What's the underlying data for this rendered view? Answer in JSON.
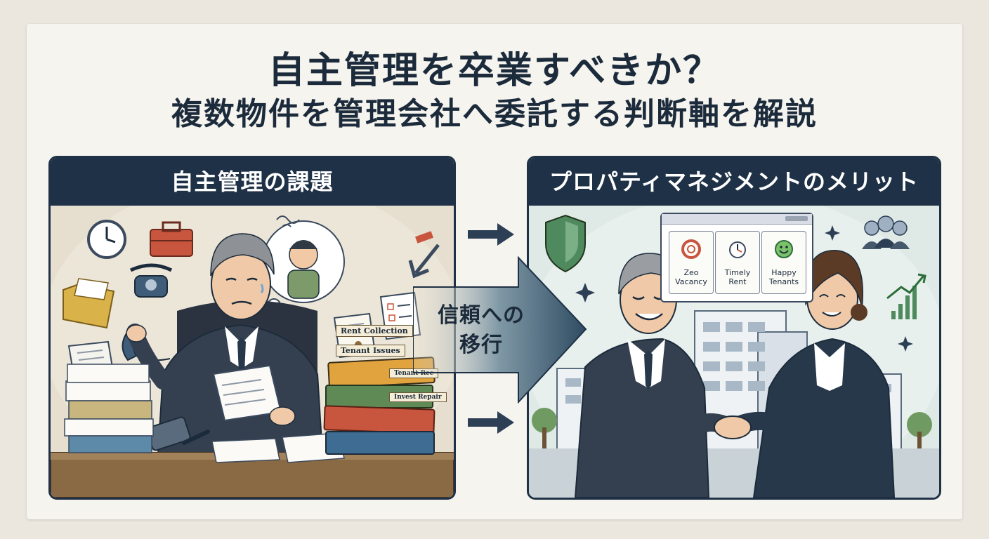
{
  "title": {
    "line1": "自主管理を卒業すべきか？",
    "line2": "複数物件を管理会社へ委託する判断軸を解説"
  },
  "left_panel": {
    "header": "自主管理の課題",
    "binder_labels": [
      "Rent Collection",
      "Tenant Issues",
      "Tenant Rec",
      "Invest Repair"
    ],
    "icons": [
      "clock-icon",
      "toolbox-icon",
      "telephone-icon",
      "folder-icon",
      "thought-bubble-icon",
      "checklist-icon",
      "document-icon",
      "calculator-icon",
      "pen-icon",
      "stress-scribble-icon"
    ]
  },
  "transition": {
    "label_line1": "信頼への",
    "label_line2": "移行"
  },
  "right_panel": {
    "header": "プロパティマネジメントのメリット",
    "dashboard_tiles": [
      {
        "label": "Zeo\nVacancy",
        "icon": "donut-icon"
      },
      {
        "label": "Timely\nRent",
        "icon": "stopwatch-icon"
      },
      {
        "label": "Happy\nTenants",
        "icon": "smiley-icon"
      }
    ],
    "icons": [
      "shield-icon",
      "team-icon",
      "growth-chart-icon",
      "sparkle-icon",
      "building-icon",
      "handshake-icon"
    ]
  },
  "colors": {
    "navy": "#1f3146",
    "background": "#ebe7df",
    "card": "#f6f4ee",
    "left_scene": "#e6dfd0",
    "right_scene": "#dfe9e6",
    "shield_green": "#4f8a5e"
  }
}
